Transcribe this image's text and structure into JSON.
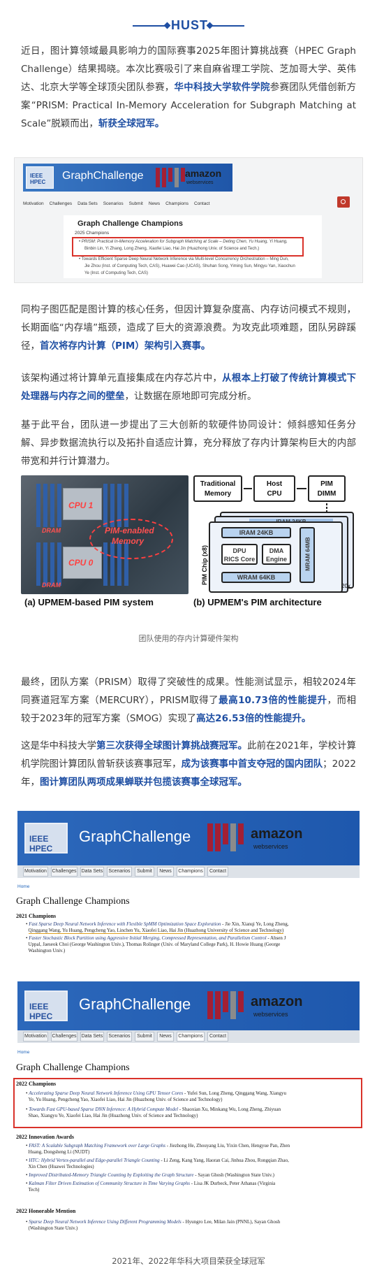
{
  "header": {
    "title": "HUST"
  },
  "intro": {
    "part1": "近日，图计算领域最具影响力的国际赛事2025年图计算挑战赛（HPEC Graph Challenge）结果揭晓。本次比赛吸引了来自麻省理工学院、芝加哥大学、英伟达、北京大学等全球顶尖团队参赛，",
    "hl1": "华中科技大学软件学院",
    "part2": "参赛团队凭借创新方案“PRISM: Practical In-Memory Acceleration for Subgraph Matching at Scale”脱颖而出，",
    "hl2": "斩获全球冠军。"
  },
  "shot1": {
    "banner_title": "GraphChallenge",
    "logo": "IEEE HPEC",
    "amazon": "amazon",
    "amazon_sub": "webservices",
    "nav": [
      "Motivation",
      "Challenges",
      "Data Sets",
      "Scenarios",
      "Submit",
      "News",
      "Champions",
      "Contact"
    ],
    "heading": "Graph Challenge Champions",
    "sub": "2025 Champions",
    "line1": "• PRISM: Practical In-Memory Acceleration for Subgraph Matching at Scale – Deting Chen, Yu Huang, Yi Huang,",
    "line2": "Binbin Lin, Yi Zhang, Long Zheng, Xiaofei Liao, Hai Jin (Huazhong Univ. of Science and Tech.)",
    "line3": "• Towards Efficient Sparse Deep Neural Network Inference via Multi-level Concurrency Orchestration – Ming Dun,",
    "line4": "Jie Zhou (Inst. of Computing Tech, CAS), Huawei Cao (UCAS), Shuhan Song, Yiming Sun, Mingyu Yan, Xiaochun",
    "line5": "Ye (Inst. of Computing Tech, CAS)"
  },
  "para2": {
    "part1": "同构子图匹配是图计算的核心任务，但因计算复杂度高、内存访问模式不规则，长期面临“内存墙”瓶颈，造成了巨大的资源浪费。为攻克此项难题，团队另辟蹊径，",
    "hl1": "首次将存内计算（PIM）架构引入赛事。"
  },
  "para3": {
    "part1": "该架构通过将计算单元直接集成在内存芯片中，",
    "hl1": "从根本上打破了传统计算模式下处理器与内存之间的壁垒",
    "part2": "，让数据在原地即可完成分析。"
  },
  "para4": {
    "text": "基于此平台，团队进一步提出了三大创新的软硬件协同设计：倾斜感知任务分解、异步数据流执行以及拓扑自适应计算，充分释放了存内计算架构巨大的内部带宽和并行计算潜力。"
  },
  "figure2": {
    "cpu1": "CPU 1",
    "cpu0": "CPU 0",
    "dram_top": "DRAM",
    "dram_bottom": "DRAM",
    "pim_label_1": "PIM-enabled",
    "pim_label_2": "Memory",
    "cap_a": "(a) UPMEM-based PIM system",
    "cap_b": "(b) UPMEM's PIM architecture",
    "traditional_1": "Traditional",
    "traditional_2": "Memory",
    "host_1": "Host",
    "host_2": "CPU",
    "pim_dimm_1": "PIM",
    "pim_dimm_2": "DIMM",
    "iram_back": "IRAM 24KB",
    "iram": "IRAM 24KB",
    "dpu_1": "DPU",
    "dpu_2": "RICS Core",
    "dma_1": "DMA",
    "dma_2": "Engine",
    "mram": "MRAM 64MB",
    "wram": "WRAM 64KB",
    "pim_chip": "PIM Chip (x8)",
    "x20": "20x",
    "caption": "团队使用的存内计算硬件架构"
  },
  "para5": {
    "part1": "最终，团队方案（PRISM）取得了突破性的成果。性能测试显示，相较2024年同赛道冠军方案（MERCURY），PRISM取得了",
    "hl1": "最高10.73倍的性能提升",
    "part2": "，而相较于2023年的冠军方案（SMOG）实现了",
    "hl2": "高达26.53倍的性能提升。"
  },
  "para6": {
    "part1": "这是华中科技大学",
    "hl1": "第三次获得全球图计算挑战赛冠军。",
    "part2": "此前在2021年，学校计算机学院图计算团队曾斩获该赛事冠军，",
    "hl2": "成为该赛事中首支夺冠的国内团队",
    "part3": "；2022年，",
    "hl3": "图计算团队两项成果蝉联并包揽该赛事全球冠军。"
  },
  "shot3": {
    "banner_title": "GraphChallenge",
    "logo": "IEEE HPEC",
    "amazon": "amazon",
    "amazon_sub": "webservices",
    "tabs": [
      "Motivation",
      "Challenges",
      "Data Sets",
      "Scenarios",
      "Submit",
      "News",
      "Champions",
      "Contact"
    ],
    "home": "Home",
    "heading": "Graph Challenge Champions",
    "y2021": "2021 Champions",
    "c2021_1a": "Fast Sparse Deep Neural Network Inference with Flexible SpMM Optimization Space Exploration",
    "c2021_1b": " - Jie Xin, Xianqi Ye, Long Zheng,",
    "c2021_1c": "Qinggang Wang, Yu Huang, Pengcheng Yao, Linchen Yu, Xiaofei Liao, Hai Jin (Huazhong University of Science and Technology)",
    "c2021_2a": "Faster Stochastic Block Partition using Aggressive Initial Merging, Compressed Representation, and Parallelism Control",
    "c2021_2b": " - Ahsen J",
    "c2021_2c": "Uppal, Jaeseok Choi (George Washington Univ.), Thomas Rolinger (Univ. of Maryland College Park), H. Howie Huang (George",
    "c2021_2d": "Washington Univ.)",
    "y2022": "2022 Champions",
    "c2022_1a": "Accelerating Sparse Deep Neural Network Inference Using GPU Tensor Cores",
    "c2022_1b": " - Yufei Sun, Long Zheng, Qinggang Wang, Xiangyu",
    "c2022_1c": "Ye, Yu Huang, Pengcheng Yao, Xiaofei Liao, Hai Jin (Huazhong Univ. of Science and Technology)",
    "c2022_2a": "Towards Fast GPU-based Sparse DNN Inference: A Hybrid Compute Model",
    "c2022_2b": " - Shaoxian Xu, Minkang Wu, Long Zheng, Zhiyuan",
    "c2022_2c": "Shao, Xiangyu Ye, Xiaofei Liao, Hai Jin (Huazhong Univ. of Science and Technology)",
    "y2022i": "2022 Innovation Awards",
    "i1a": "FAST: A Scalable Subgraph Matching Framework over Large Graphs",
    "i1b": " - Jiezhong He, Zhouyang Liu, Yixin Chen, Hengyue Pan, Zhen",
    "i1c": "Huang, Dongsheng Li (NUDT)",
    "i2a": "HTC: Hybrid Vertex-parallel and Edge-parallel Triangle Counting",
    "i2b": " - Li Zeng, Kang Yang, Haoran Cai, Jinhua Zhou, Rongqian Zhao,",
    "i2c": "Xin Chen (Huawei Technologies)",
    "i3a": "Improved Distributed-Memory Triangle Counting by Exploiting the Graph Structure",
    "i3b": " - Sayan Ghosh (Washington State Univ.)",
    "i4a": "Kalman Filter Driven Estimation of Community Structure in Time Varying Graphs",
    "i4b": " - Lisa JK Durbeck, Peter Athanas (Virginia",
    "i4c": "Tech)",
    "y2022h": "2022 Honorable Mention",
    "h1a": "Sparse Deep Neural Network Inference Using Different Programming Models",
    "h1b": " - Hyungro Lee, Milan Jain (PNNL), Sayan Ghosh",
    "h1c": "(Washington State Univ.)"
  },
  "final_caption": "2021年、2022年华科大项目荣获全球冠军",
  "colors": {
    "accent": "#1f4fa3",
    "red_box": "#d9322a",
    "banner": "#2c68bb"
  }
}
